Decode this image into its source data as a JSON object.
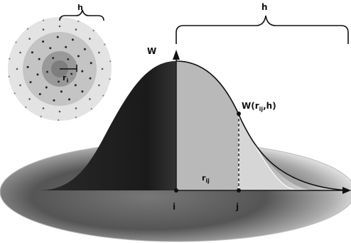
{
  "labels": {
    "h_left": "h",
    "h_right": "h",
    "w_axis": "W",
    "w_point": "W(r",
    "w_point_sub": "ij",
    "w_point_tail": ",h)",
    "ri": "r",
    "ri_sub": "i",
    "rij": "r",
    "rij_sub": "ij",
    "i": "i",
    "j": "j"
  }
}
